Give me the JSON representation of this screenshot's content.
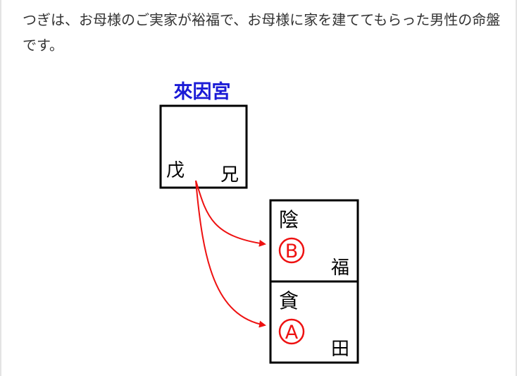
{
  "paragraph": "つぎは、お母様のご実家が裕福で、お母様に家を建ててもらった男性の命盤です。",
  "diagram": {
    "top_palace": {
      "title": "來因宮",
      "stem": "戊",
      "branch": "兄"
    },
    "upper_box": {
      "star": "陰",
      "marker": "B",
      "palace": "福"
    },
    "lower_box": {
      "star": "貪",
      "marker": "A",
      "palace": "田"
    },
    "colors": {
      "title": "#1b1bd6",
      "arrow": "#ee1111",
      "marker": "#ee1111",
      "text": "#000000"
    }
  }
}
